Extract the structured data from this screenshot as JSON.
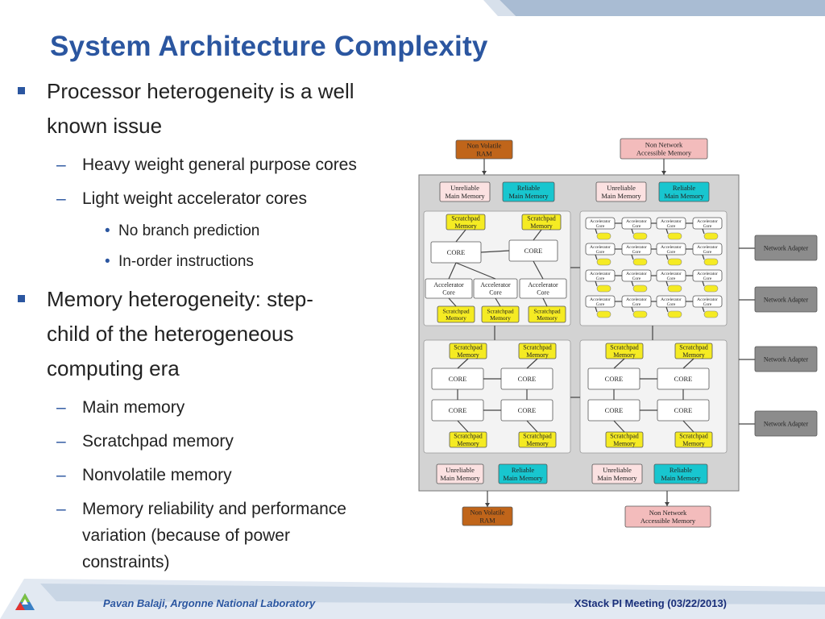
{
  "slide": {
    "title": "System Architecture Complexity",
    "bullets": [
      {
        "text_lines": [
          "Processor heterogeneity is a well",
          "known issue"
        ],
        "subitems": [
          {
            "text": "Heavy weight general purpose cores"
          },
          {
            "text": "Light weight accelerator cores",
            "subitems": [
              "No branch prediction",
              "In-order instructions"
            ]
          }
        ]
      },
      {
        "text_lines": [
          "Memory heterogeneity: step-",
          "child of the heterogeneous",
          "computing era"
        ],
        "subitems": [
          {
            "text": "Main memory"
          },
          {
            "text": "Scratchpad memory"
          },
          {
            "text": "Nonvolatile memory"
          },
          {
            "text_lines": [
              "Memory reliability and performance",
              "variation (because of power",
              "constraints)"
            ]
          }
        ]
      }
    ],
    "markers": {
      "level1": "▪",
      "level2": "–",
      "level3": "•"
    }
  },
  "diagram": {
    "labels": {
      "nonvolatile_ram": [
        "Non Volatile",
        "RAM"
      ],
      "non_network_memory": [
        "Non Network",
        "Accessible Memory"
      ],
      "unreliable_memory": [
        "Unreliable",
        "Main Memory"
      ],
      "reliable_memory": [
        "Reliable",
        "Main Memory"
      ],
      "scratchpad": [
        "Scratchpad",
        "Memory"
      ],
      "core": "CORE",
      "accelerator_core": [
        "Accelerator",
        "Core"
      ],
      "network_adapter": "Network Adapter"
    },
    "colors": {
      "nonvolatile_ram": "#c0651a",
      "non_network_memory": "#f3bcbc",
      "unreliable_memory": "#fbe1e1",
      "reliable_memory": "#18c6cf",
      "scratchpad": "#f5eb23",
      "board": "#d3d3d3",
      "node": "#f3f3f3",
      "network_adapter": "#8c8c8c"
    },
    "network_adapter_count": 4
  },
  "footer": {
    "left": "Pavan Balaji, Argonne National Laboratory",
    "right": "XStack PI Meeting (03/22/2013)",
    "logo": "argonne-triangle-logo"
  },
  "theme": {
    "title_color": "#2b56a0",
    "band_color": "#9db2cc"
  }
}
